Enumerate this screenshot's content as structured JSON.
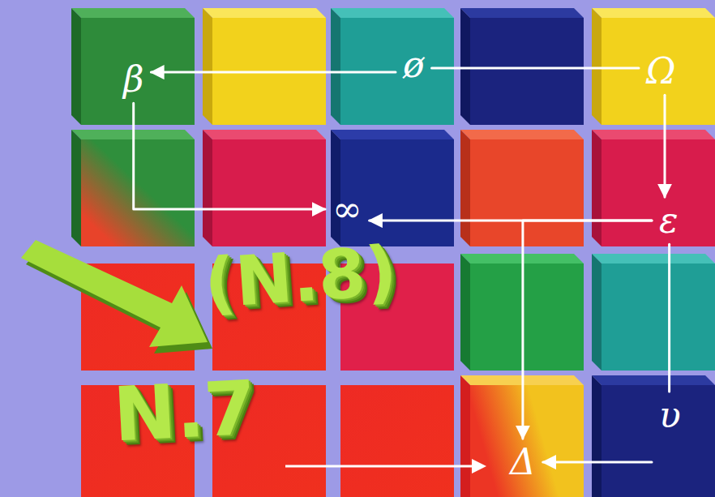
{
  "diagram": {
    "nodes": [
      {
        "text": [
          "β"
        ]
      },
      {
        "text": [
          "ø"
        ]
      },
      {
        "text": [
          "Ω"
        ]
      },
      {
        "text": [
          "∞"
        ]
      },
      {
        "text": [
          "ε"
        ]
      },
      {
        "text": [
          "Δ"
        ]
      },
      {
        "text": [
          "υ"
        ]
      }
    ],
    "edges": [
      {
        "from": 2,
        "to": 1,
        "arrow": "none"
      },
      {
        "from": 1,
        "to": 0,
        "arrow": "to"
      },
      {
        "from": 2,
        "to": 4,
        "arrow": "to"
      },
      {
        "from": 0,
        "to": 3,
        "arrow": "to"
      },
      {
        "from": 4,
        "to": 3,
        "arrow": "to"
      },
      {
        "from": 4,
        "to": 5,
        "arrow": "to"
      },
      {
        "from": 4,
        "to": 6,
        "arrow": "none"
      },
      {
        "from": 6,
        "to": 5,
        "arrow": "to"
      }
    ],
    "labels": [
      "(N.8)",
      "N.7"
    ]
  }
}
